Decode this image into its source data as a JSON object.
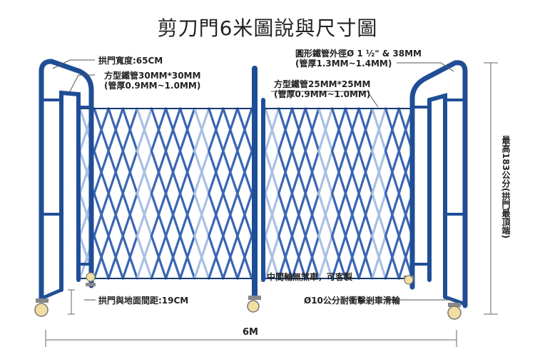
{
  "title": "剪刀門6米圖說與尺寸圖",
  "labels": {
    "arch_width": "拱門寬度:65CM",
    "square_tube_30": "方型鐵管30MM*30MM",
    "square_tube_30_thickness": "(管厚0.9MM~1.0MM)",
    "round_tube": "圓形鐵管外徑Ø 1 ½\" & 38MM",
    "round_tube_thickness": "(管厚1.3MM~1.4MM)",
    "square_tube_25": "方型鐵管25MM*25MM",
    "square_tube_25_thickness": "(管厚0.9MM~1.0MM)",
    "middle_wheel": "中間輪無煞車，可客製",
    "ground_gap": "拱門與地面間距:19CM",
    "caster": "Ø10公分耐衝擊剎車滑輪",
    "total_width": "6M",
    "max_height": "最高183公分(拱門最頂端)"
  },
  "colors": {
    "frame": "#1f4e96",
    "frame_dark": "#163a73",
    "lattice": "#3a66b3",
    "lattice_light": "#a9bfe3",
    "wheel": "#f0dfa0",
    "dim_line": "#666666"
  }
}
